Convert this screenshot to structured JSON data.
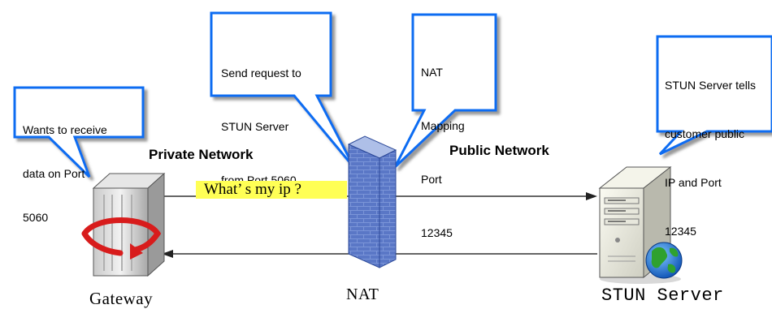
{
  "callouts": {
    "gateway": [
      "Wants to receive",
      "data on Port",
      "5060"
    ],
    "request": [
      "Send request to",
      "STUN Server",
      "from Port 5060"
    ],
    "mapping": [
      "NAT",
      "Mapping",
      "Port",
      "12345"
    ],
    "stun": [
      "STUN Server tells",
      "customer public",
      "IP and Port",
      "12345"
    ]
  },
  "labels": {
    "private_network": "Private Network",
    "public_network": "Public Network",
    "question": "What’ s my ip ?",
    "gateway": "Gateway",
    "nat": "NAT",
    "stun_server": "STUN Server"
  },
  "colors": {
    "callout_border": "#0a6cf2",
    "highlight": "#ffff55",
    "firewall_brick": "#4f6fb8"
  }
}
